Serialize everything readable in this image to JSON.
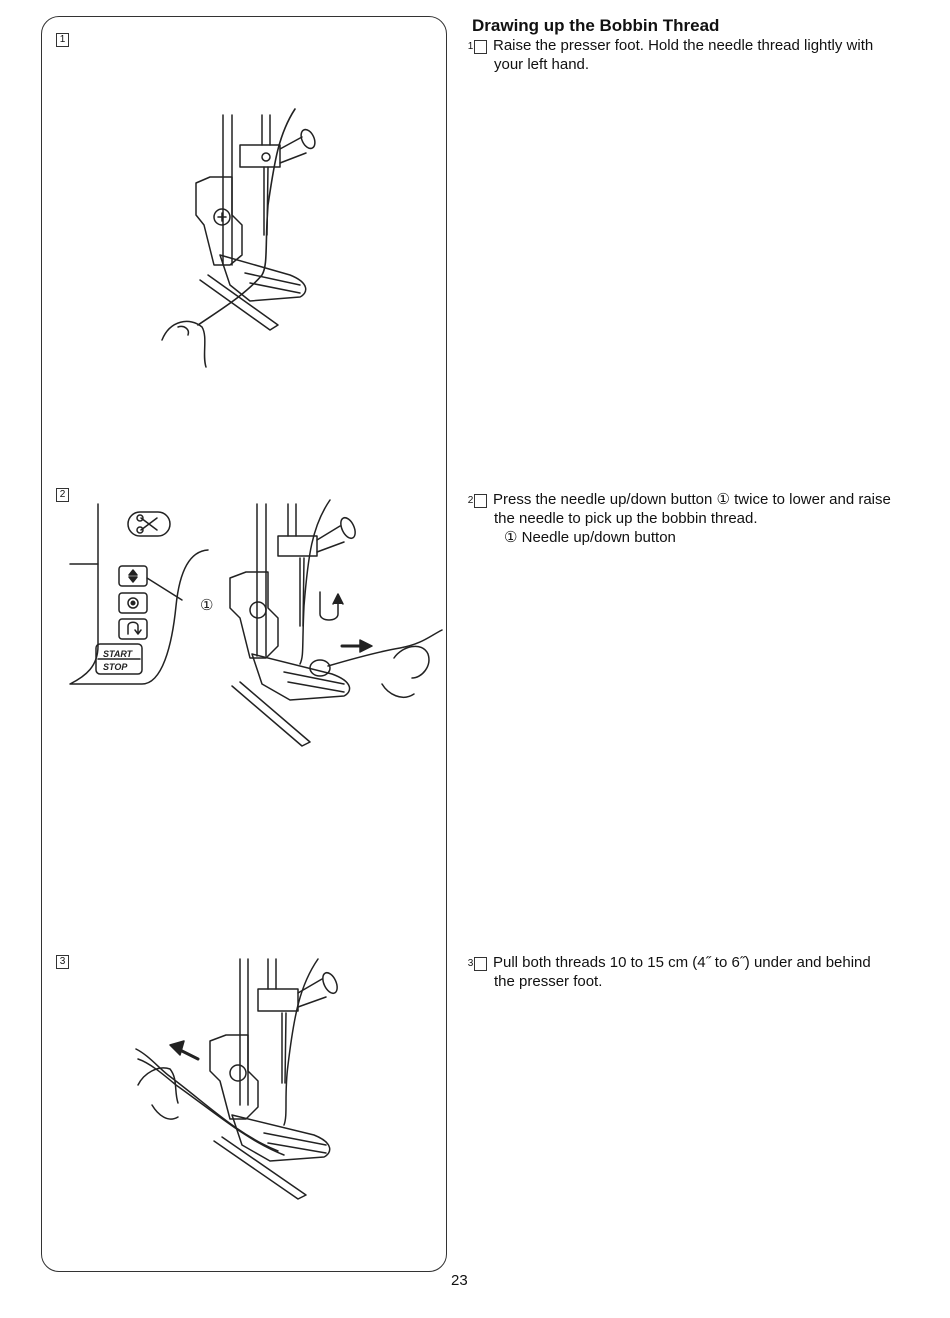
{
  "title": "Drawing up the Bobbin Thread",
  "steps": [
    {
      "num": "1",
      "text": "Raise the presser foot. Hold the needle thread lightly with your left hand."
    },
    {
      "num": "2",
      "text": "Press the needle up/down button ① twice to lower and raise the needle to pick up the bobbin thread.",
      "sub": "① Needle up/down button"
    },
    {
      "num": "3",
      "text": "Pull both threads 10 to 15 cm (4˝ to 6˝) under and behind the presser foot."
    }
  ],
  "illustrations": {
    "step2": {
      "callout": "①",
      "start_stop_label_1": "START",
      "start_stop_label_2": "STOP"
    }
  },
  "page_number": "23"
}
